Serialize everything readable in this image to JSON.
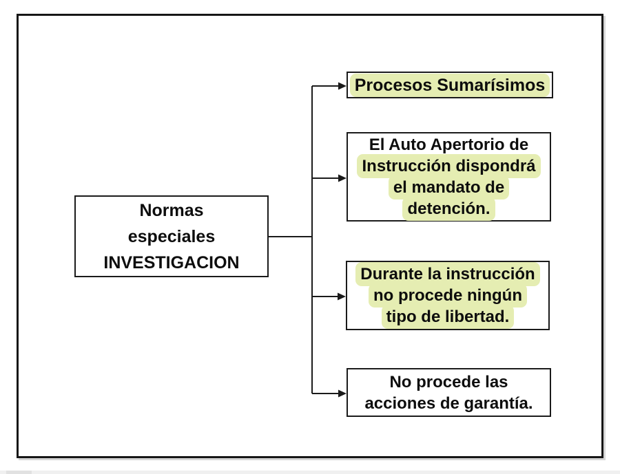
{
  "colors": {
    "highlight": "#e5edb2",
    "ink": "#1a1a1a",
    "frame": "#161616",
    "background": "#ffffff"
  },
  "diagram": {
    "root": {
      "lines": [
        {
          "text": "Normas",
          "highlight": false
        },
        {
          "text": "especiales",
          "highlight": false
        },
        {
          "text": "INVESTIGACION",
          "highlight": false
        }
      ]
    },
    "branches": [
      {
        "lines": [
          {
            "text": "Procesos Sumarísimos",
            "highlight": true
          }
        ]
      },
      {
        "lines": [
          {
            "text": "El Auto Apertorio de",
            "highlight": false
          },
          {
            "text": "Instrucción dispondrá",
            "highlight": true
          },
          {
            "text": "el mandato de",
            "highlight": true
          },
          {
            "text": "detención.",
            "highlight": true
          }
        ]
      },
      {
        "lines": [
          {
            "text": "Durante la instrucción",
            "highlight": true
          },
          {
            "text": "no procede ningún",
            "highlight": true
          },
          {
            "text": "tipo de libertad.",
            "highlight": true
          }
        ]
      },
      {
        "lines": [
          {
            "text": "No procede las",
            "highlight": false
          },
          {
            "text": "acciones de garantía.",
            "highlight": false
          }
        ]
      }
    ]
  }
}
